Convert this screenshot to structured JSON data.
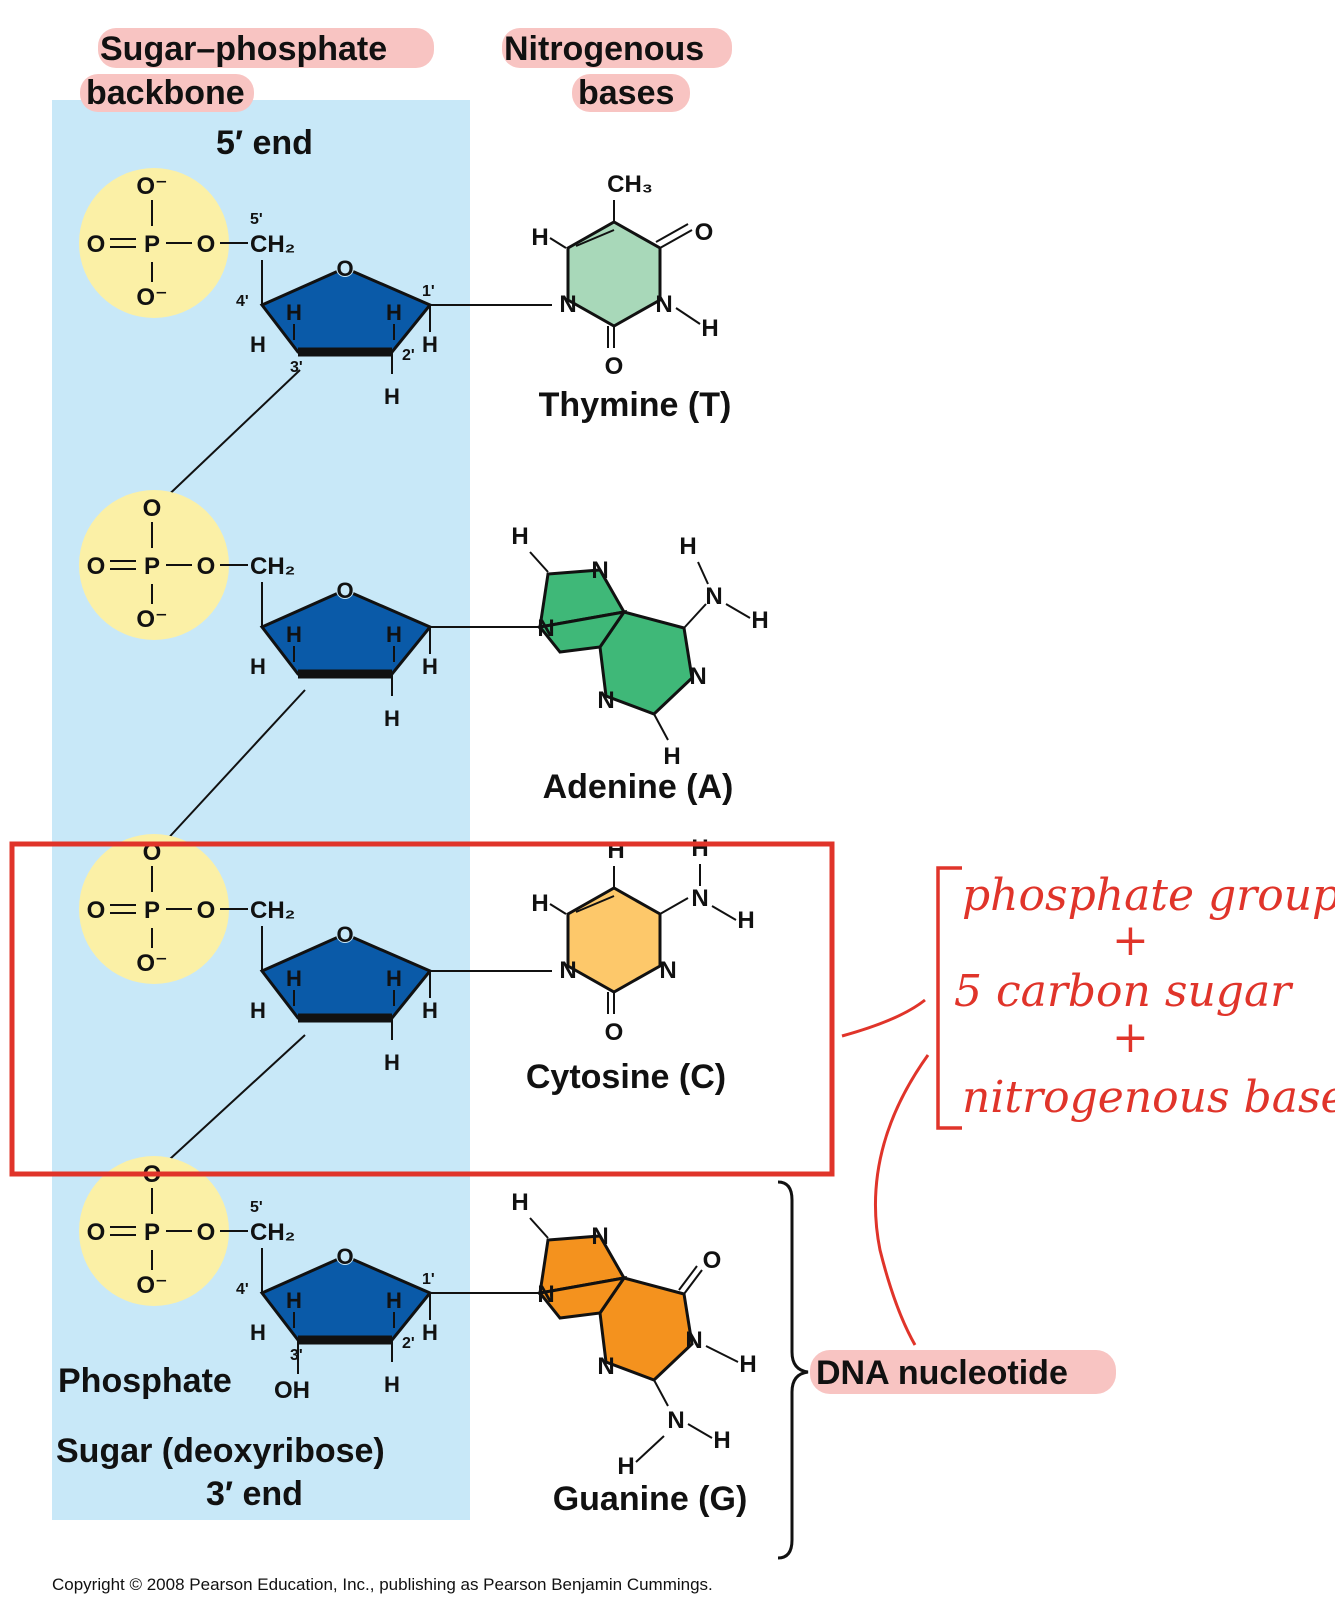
{
  "headers": {
    "backbone_line1": "Sugar–phosphate",
    "backbone_line2": "backbone",
    "bases_line1": "Nitrogenous",
    "bases_line2": "bases",
    "five_prime_end": "5′ end",
    "three_prime_end": "3′ end"
  },
  "nucleotides": [
    {
      "base_name": "Thymine (T)",
      "base_color": "#a8d8b9"
    },
    {
      "base_name": "Adenine (A)",
      "base_color": "#3fb878"
    },
    {
      "base_name": "Cytosine (C)",
      "base_color": "#fdc86a"
    },
    {
      "base_name": "Guanine (G)",
      "base_color": "#f4921e"
    }
  ],
  "colors": {
    "backbone_band": "#c8e8f8",
    "phosphate_circle": "#fbf0a6",
    "sugar_ring": "#0a5aa8",
    "annotation_red": "#e0342a",
    "highlight": "#f8c4c2"
  },
  "labels": {
    "phosphate": "Phosphate",
    "sugar": "Sugar (deoxyribose)",
    "dna_nucleotide": "DNA nucleotide"
  },
  "handwritten": {
    "line1": "phosphate group",
    "plus1": "+",
    "line2": "5 carbon sugar",
    "plus2": "+",
    "line3": "nitrogenous  base"
  },
  "atoms": {
    "O": "O",
    "O_minus": "O⁻",
    "P": "P",
    "CH2": "CH₂",
    "CH3": "CH₃",
    "H": "H",
    "N": "N",
    "OH": "OH"
  },
  "carbons": {
    "c1": "1'",
    "c2": "2'",
    "c3": "3'",
    "c4": "4'",
    "c5": "5'"
  },
  "copyright": "Copyright © 2008 Pearson Education, Inc., publishing as Pearson Benjamin Cummings."
}
